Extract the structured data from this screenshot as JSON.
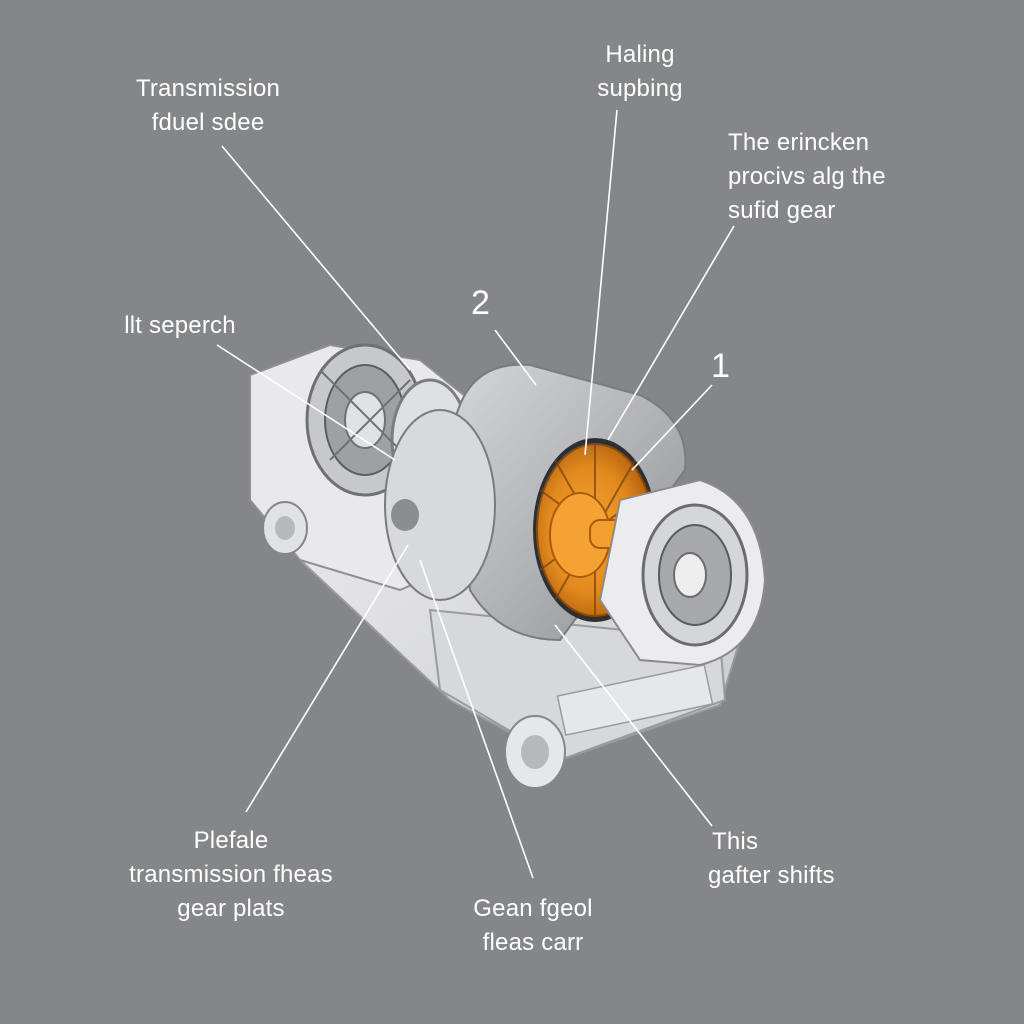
{
  "colors": {
    "background": "#85868a",
    "housing": "#e3e4e6",
    "motor_can": "#b9babd",
    "rotor": "#e28a1e",
    "label_text": "#ffffff"
  },
  "labels": {
    "transmission_side": [
      "Transmission",
      "fduel sdee"
    ],
    "haling_supbing": [
      "Haling",
      "supbing"
    ],
    "principle_gear": [
      "The erincken",
      "procivs alg the",
      "sufid gear"
    ],
    "lit_seperch": [
      "llt seperch"
    ],
    "plefale": [
      "Plefale",
      "transmission fheas",
      "gear plats"
    ],
    "gean_fgeol": [
      "Gean fgeol",
      "fleas carr"
    ],
    "this_gafter": [
      "This",
      "gafter shifts"
    ]
  },
  "markers": {
    "two": "2",
    "one": "1"
  }
}
